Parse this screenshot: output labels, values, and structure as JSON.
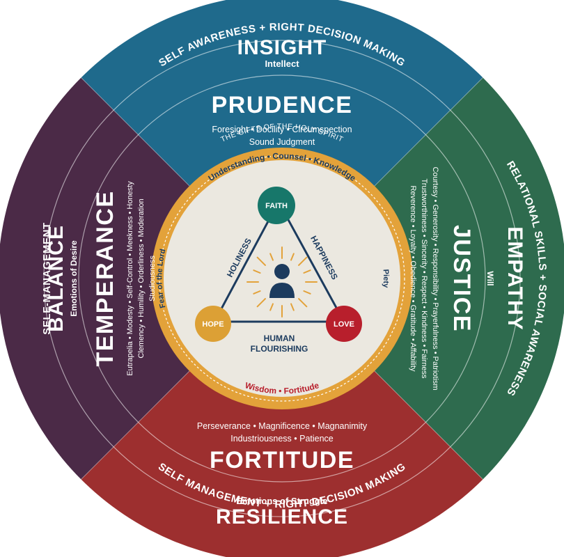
{
  "colors": {
    "blue": "#1f6a8c",
    "green": "#2e6b4e",
    "red": "#9d2f2f",
    "purple": "#4b2a47",
    "gold": "#e3a23a",
    "cream": "#ebe8e0",
    "navy": "#1c3b5e",
    "faith_node": "#17776a",
    "hope_node": "#dca035",
    "love_node": "#b81f2c"
  },
  "north": {
    "outer": "SELF AWARENESS + RIGHT DECISION MAKING",
    "skill": "INSIGHT",
    "faculty": "Intellect",
    "virtue": "PRUDENCE",
    "parts_line1": "Foresight • Docility • Circumspection",
    "parts_line2": "Sound Judgment"
  },
  "east": {
    "outer": "RELATIONAL SKILLS + SOCIAL AWARENESS",
    "skill": "EMPATHY",
    "faculty": "Will",
    "virtue": "JUSTICE",
    "parts_line1": "Courtesy • Generosity • Responsibility • Prayerfulness • Patriotism",
    "parts_line2": "Trustworthiness • Sincerity • Respect • Kindness • Fairness",
    "parts_line3": "Reverence • Loyalty • Obedience • Gratitude • Affability"
  },
  "south": {
    "outer": "SELF MANAGEMENT + RIGHT DECISION MAKING",
    "skill": "RESILIENCE",
    "faculty": "Emotions of Struggle",
    "virtue": "FORTITUDE",
    "parts_line1": "Perseverance • Magnificence • Magnanimity",
    "parts_line2": "Industriousness • Patience"
  },
  "west": {
    "outer": "SELF-MANAGEMENT",
    "skill": "BALANCE",
    "faculty": "Emotions of Desire",
    "virtue": "TEMPERANCE",
    "parts_line1": "Eutrapelia • Modesty • Self-Control • Meekness • Honesty",
    "parts_line2": "Clemency • Humility • Orderliness • Moderation",
    "parts_line3": "Studiousness"
  },
  "center": {
    "gifts_title": "THE GIFTS OF THE HOLY SPIRIT",
    "gifts_top": "Understanding • Counsel • Knowledge",
    "gift_left": "Fear of the Lord",
    "gift_right": "Piety",
    "gifts_bottom": "Wisdom • Fortitude",
    "faith": "FAITH",
    "hope": "HOPE",
    "love": "LOVE",
    "holiness": "HOLINESS",
    "happiness": "HAPPINESS",
    "flourishing_line1": "HUMAN",
    "flourishing_line2": "FLOURISHING"
  }
}
